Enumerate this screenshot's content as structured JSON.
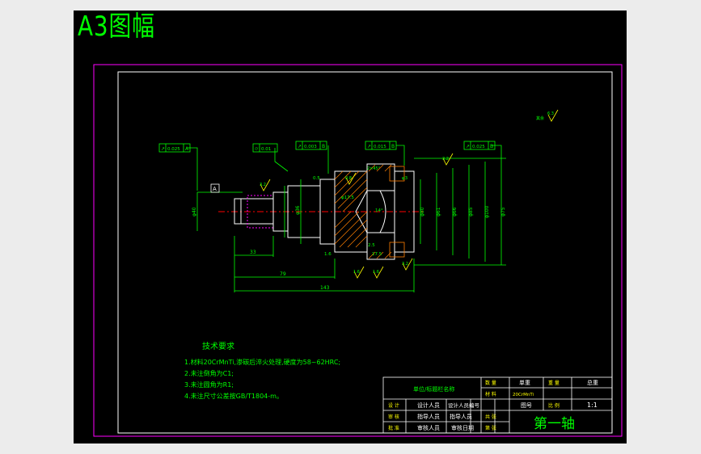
{
  "sheet": {
    "title": "A3图幅",
    "colors": {
      "background": "#000000",
      "outer_frame": "#ff00ff",
      "inner_frame": "#ffffff",
      "dimension": "#00ff00",
      "hatch": "#ff7f00",
      "center": "#ff0000"
    }
  },
  "technical_requirements": {
    "heading": "技术要求",
    "items": [
      "1.材料20CrMnTi,渗碳后淬火处理,硬度为58~62HRC;",
      "2.未注倒角为C1;",
      "3.未注圆角为R1;",
      "4.未注尺寸公差按GB/T1804-m。"
    ]
  },
  "drawing": {
    "tolerance_frames": [
      {
        "symbol": "↗",
        "value": "0.025",
        "datum": "A"
      },
      {
        "symbol": "⌭",
        "value": "0.01",
        "datum": ""
      },
      {
        "symbol": "↗",
        "value": "0.003",
        "datum": "B"
      },
      {
        "symbol": "↗",
        "value": "0.015",
        "datum": "B"
      },
      {
        "symbol": "↗",
        "value": "0.025",
        "datum": "B"
      }
    ],
    "datum_a": "A",
    "surface_marks": [
      "3.2",
      "0.8",
      "3.2",
      "1.6",
      "1.6",
      "3.2",
      "0.8"
    ],
    "roughness_other": "其余",
    "roughness_other_value": "6.3",
    "diameter_labels_left": [
      "φ40",
      "φ36"
    ],
    "diameter_labels_right": [
      "φ80",
      "φ61",
      "φ66",
      "φ85",
      "φ100",
      "φ75"
    ],
    "small_labels": [
      "0.5",
      "1.6",
      "3.2",
      "2.5",
      "17.5",
      "φ3"
    ],
    "length_dims": [
      "33",
      "79",
      "143"
    ],
    "inner_labels": [
      "φ17.5",
      "14°"
    ],
    "chamfer_label": "2×45°"
  },
  "title_block": {
    "header": "单位/标题栏名称",
    "designer_label": "设 计",
    "designer_name": "设计人员",
    "designer_no": "设计人员编号",
    "checker_label": "审 核",
    "checker_name": "指导人员",
    "checker_name2": "指导人员",
    "approver_label": "批 准",
    "approver_name": "审核人员",
    "approver_date": "审核日期",
    "qty_label": "数 量",
    "material_label": "材 料",
    "material_value": "20CrMnTi",
    "drawing_no_label": "图号",
    "weight_label": "重 量",
    "weight_value": "单重",
    "total_label": "总重",
    "scale_label": "比 例",
    "scale_value": "1:1",
    "sheet_label": "共 张",
    "sheet_label2": "第 张",
    "part_name": "第一轴"
  }
}
